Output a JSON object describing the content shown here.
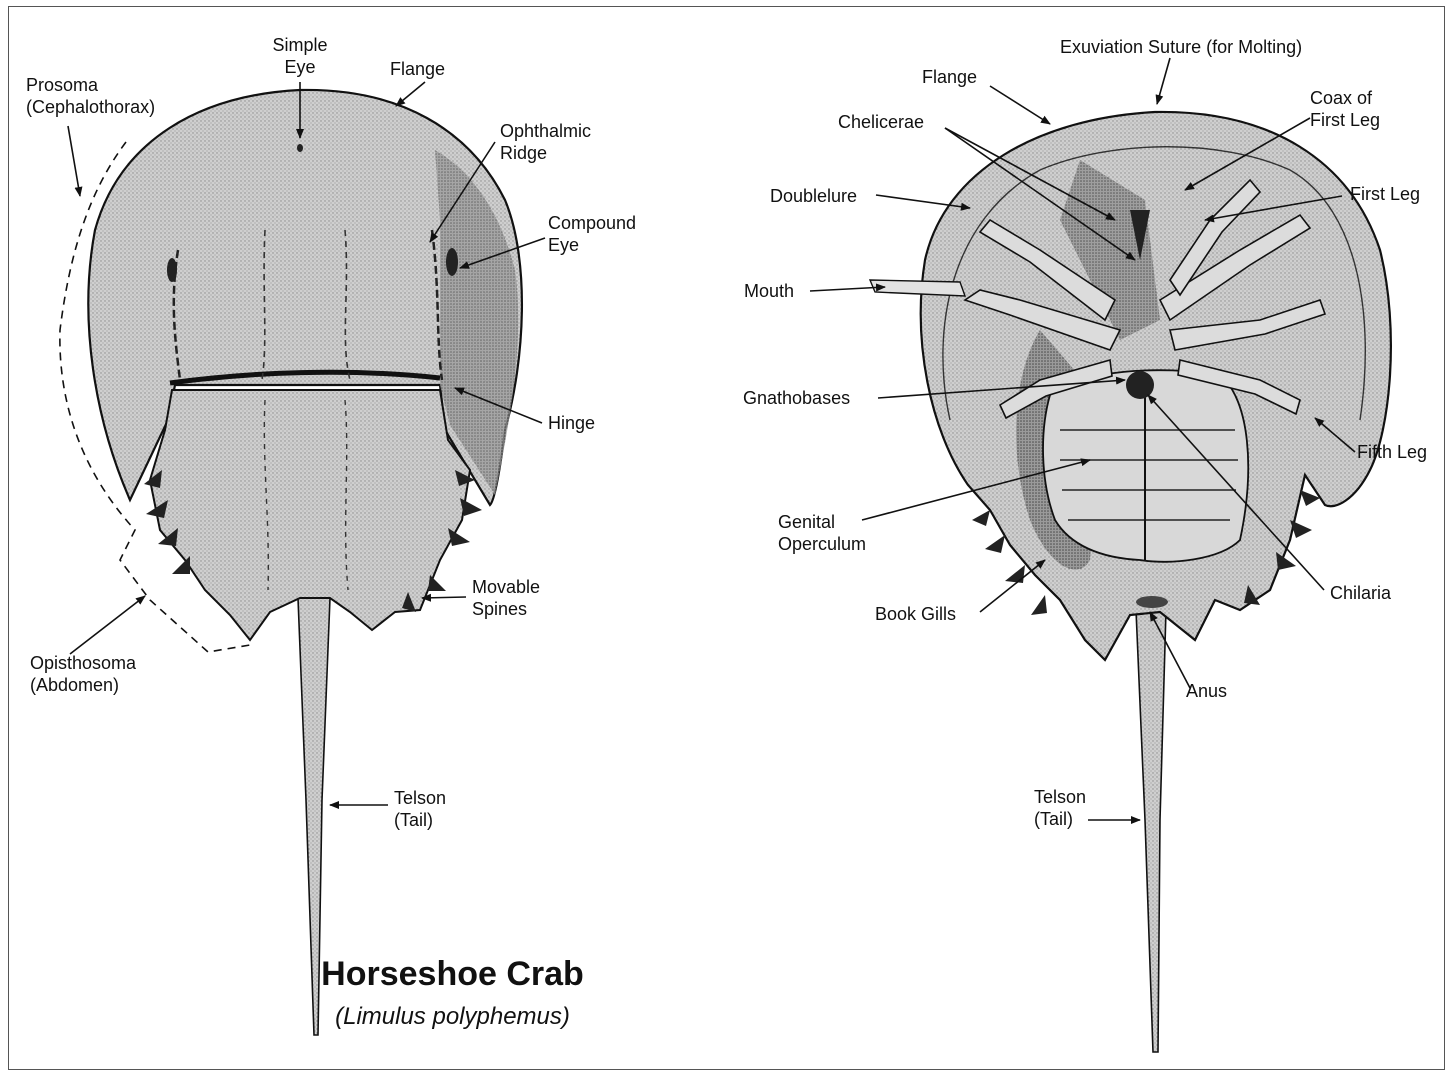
{
  "title": "Horseshoe Crab",
  "subtitle": "(Limulus polyphemus)",
  "dorsal_labels": {
    "simple_eye": [
      "Simple",
      "Eye"
    ],
    "flange": "Flange",
    "prosoma": [
      "Prosoma",
      "(Cephalothorax)"
    ],
    "ophthalmic_ridge": [
      "Ophthalmic",
      "Ridge"
    ],
    "compound_eye": [
      "Compound",
      "Eye"
    ],
    "hinge": "Hinge",
    "movable_spines": [
      "Movable",
      "Spines"
    ],
    "opisthosoma": [
      "Opisthosoma",
      "(Abdomen)"
    ],
    "telson": [
      "Telson",
      "(Tail)"
    ]
  },
  "ventral_labels": {
    "exuviation_suture": "Exuviation Suture (for Molting)",
    "flange": "Flange",
    "coax_first_leg": [
      "Coax of",
      "First Leg"
    ],
    "chelicerae": "Chelicerae",
    "first_leg": "First Leg",
    "doublelure": "Doublelure",
    "mouth": "Mouth",
    "gnathobases": "Gnathobases",
    "fifth_leg": "Fifth Leg",
    "genital_operculum": [
      "Genital",
      "Operculum"
    ],
    "chilaria": "Chilaria",
    "book_gills": "Book Gills",
    "anus": "Anus",
    "telson": [
      "Telson",
      "(Tail)"
    ]
  },
  "colors": {
    "ink": "#111111",
    "shell": "#c9c9c9",
    "shell_dark": "#8e8e8e",
    "shell_light": "#e2e2e2"
  }
}
